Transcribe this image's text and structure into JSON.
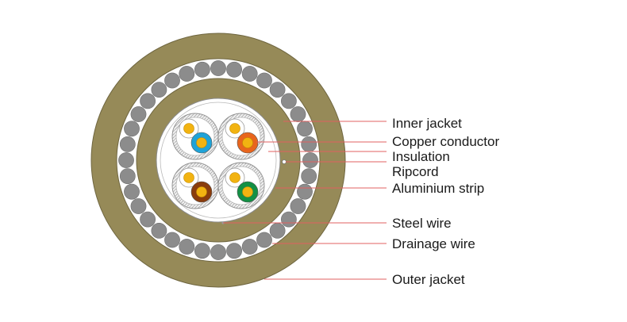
{
  "labels": {
    "inner_jacket": "Inner jacket",
    "copper_conductor": "Copper conductor",
    "insulation": "Insulation",
    "ripcord": "Ripcord",
    "aluminium_strip": "Aluminium strip",
    "steel_wire": "Steel wire",
    "drainage_wire": "Drainage wire",
    "outer_jacket": "Outer jacket"
  },
  "colors": {
    "jacket": "#968a58",
    "steel_wire": "#8c8c8c",
    "leader_line": "#e06060",
    "conductor": "#f2b311",
    "insulation_blue": "#1fa3d8",
    "insulation_orange": "#e8651d",
    "insulation_brown": "#8a3c0c",
    "insulation_green": "#139045",
    "pair_shield": "#dcdcdc"
  },
  "pairs": [
    {
      "name": "blue-pair",
      "color": "insulation_blue"
    },
    {
      "name": "orange-pair",
      "color": "insulation_orange"
    },
    {
      "name": "brown-pair",
      "color": "insulation_brown"
    },
    {
      "name": "green-pair",
      "color": "insulation_green"
    }
  ]
}
